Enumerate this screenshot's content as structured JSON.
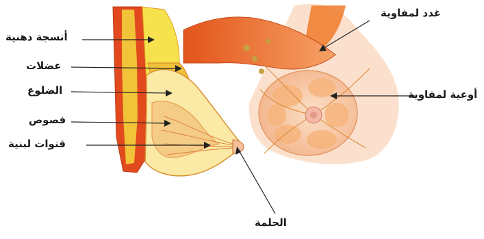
{
  "labels": {
    "fat_tissue": "أنسجة دهنية",
    "muscles": "عضلات",
    "ribs": "الضلوع",
    "lobes": "فصوص",
    "milk_ducts": "قنوات لبنية",
    "nipple": "الحلمة",
    "lymph_glands": "غدد لمفاوية",
    "lymph_vessels": "أوعية لمفاوية"
  },
  "colors": {
    "outline": "#c0392b",
    "fat": "#f5e14a",
    "muscle": "#e8601c",
    "skin": "#f8c9a8",
    "gland": "#f4a060",
    "line": "#222222"
  }
}
